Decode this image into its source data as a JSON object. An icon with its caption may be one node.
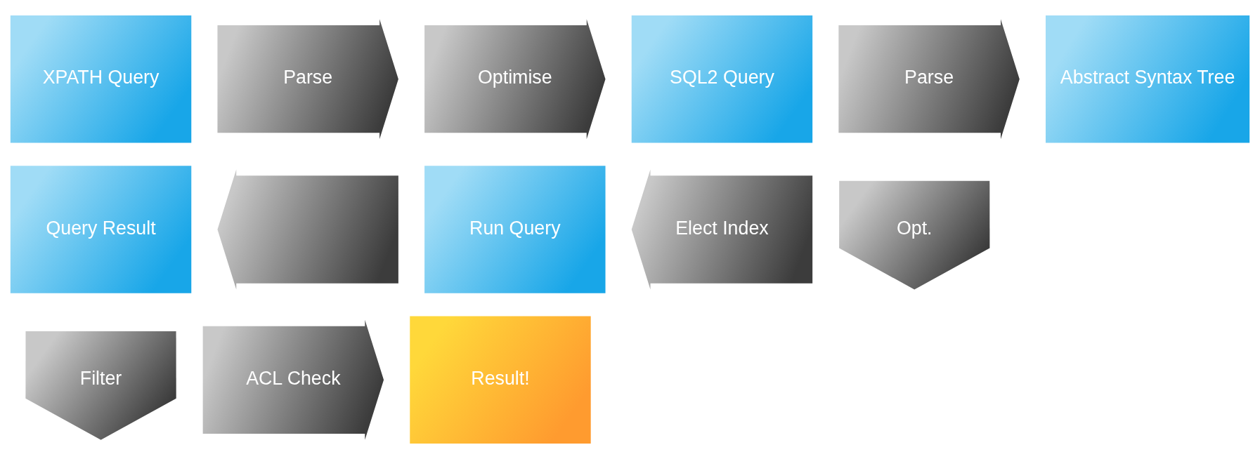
{
  "diagram": {
    "nodes": [
      {
        "text": [
          "XPATH Query"
        ]
      },
      {
        "text": [
          "Parse"
        ]
      },
      {
        "text": [
          "Optimise"
        ]
      },
      {
        "text": [
          "SQL2 Query"
        ]
      },
      {
        "text": [
          "Parse"
        ]
      },
      {
        "text": [
          "Abstract Syntax Tree"
        ]
      },
      {
        "text": [
          "Query Result"
        ]
      },
      {
        "text": [],
        "shape": "arrow"
      },
      {
        "text": [
          "Run Query"
        ]
      },
      {
        "text": [
          "Elect Index"
        ]
      },
      {
        "text": [
          "Opt."
        ]
      },
      {
        "text": [
          "Filter"
        ]
      },
      {
        "text": [
          "ACL Check"
        ]
      },
      {
        "text": [
          "Result!"
        ]
      }
    ]
  }
}
